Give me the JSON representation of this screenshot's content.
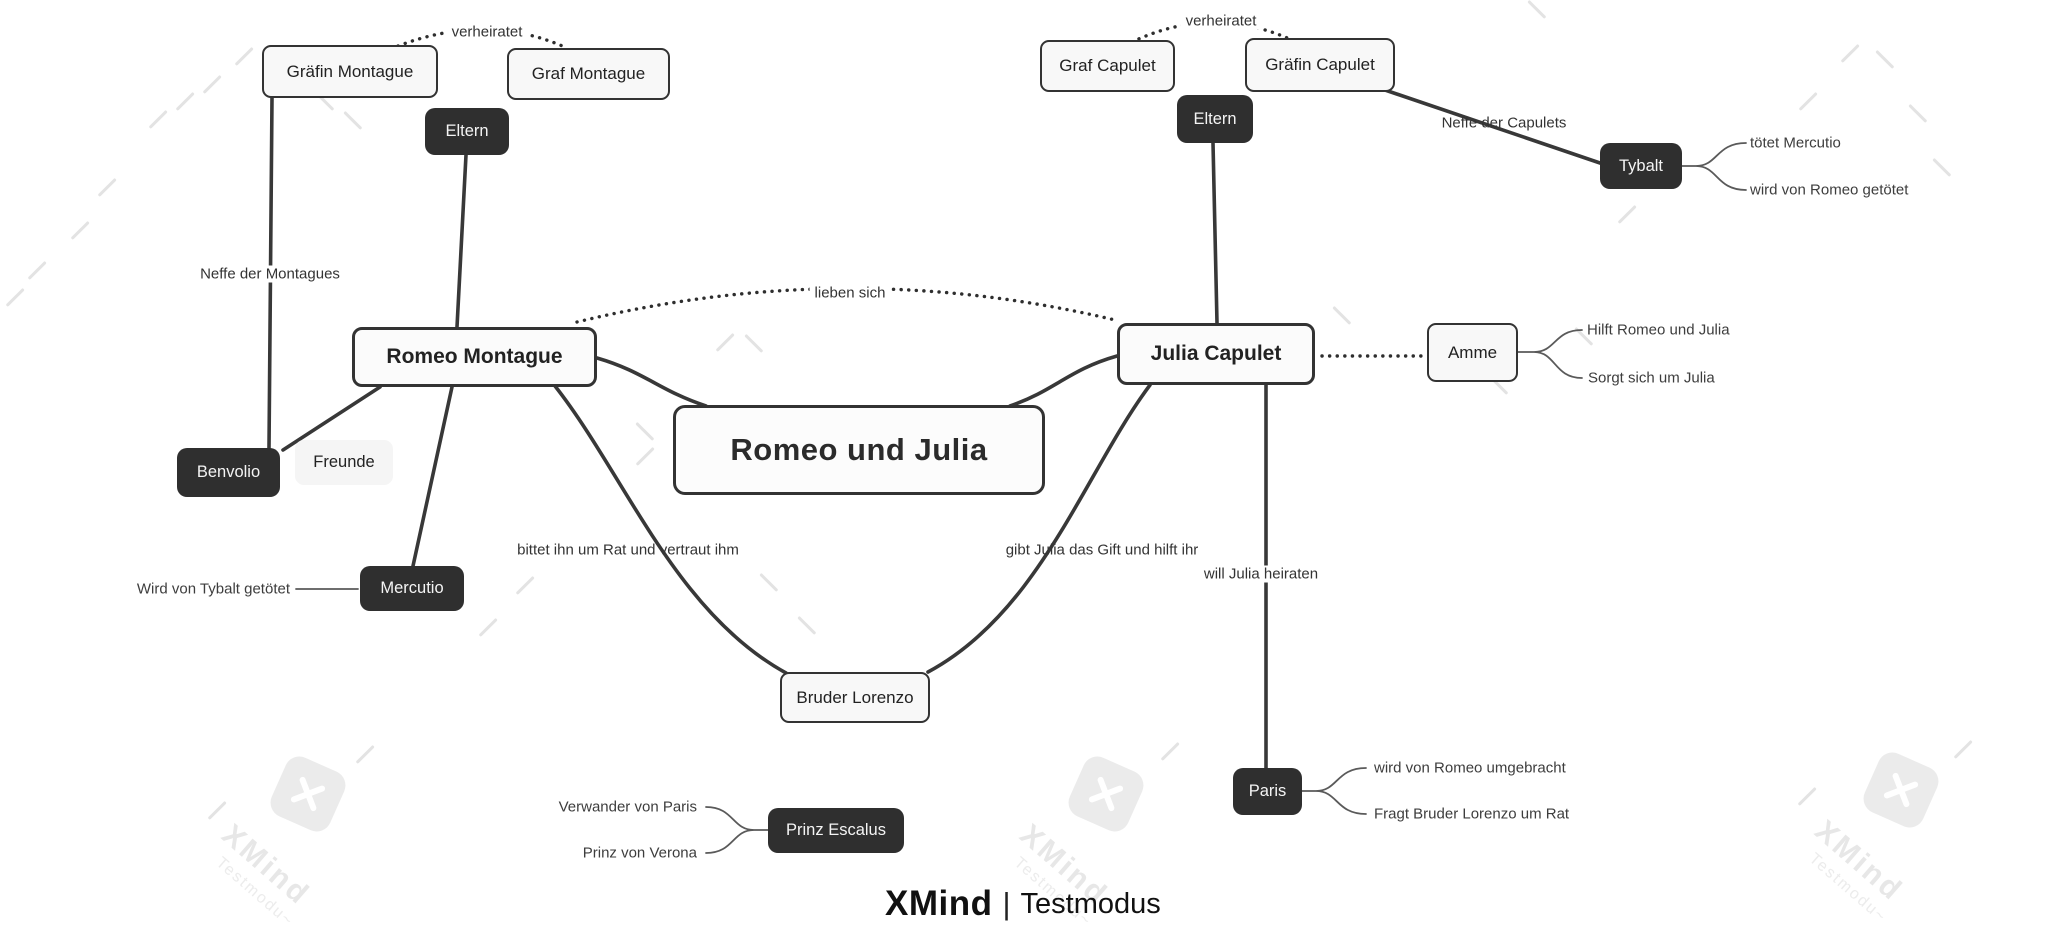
{
  "topics": {
    "central": "Romeo und Julia",
    "romeo": "Romeo Montague",
    "julia": "Julia Capulet",
    "graefin_montague": "Gräfin Montague",
    "graf_montague": "Graf Montague",
    "eltern_left": "Eltern",
    "eltern_right": "Eltern",
    "graf_capulet": "Graf Capulet",
    "graefin_capulet": "Gräfin Capulet",
    "tybalt": "Tybalt",
    "benvolio": "Benvolio",
    "freunde": "Freunde",
    "mercutio": "Mercutio",
    "amme": "Amme",
    "bruder_lorenzo": "Bruder Lorenzo",
    "paris": "Paris",
    "prinz_escalus": "Prinz Escalus"
  },
  "relationships": {
    "verheiratet_montague": "verheiratet",
    "verheiratet_capulet": "verheiratet",
    "lieben_sich": "lieben sich",
    "neffe_der_montagues": "Neffe der Montagues",
    "neffe_der_capulets": "Neffe der Capulets",
    "bittet_um_rat": "bittet ihn um Rat und vertraut ihm",
    "gibt_gift": "gibt Julia das Gift und hilft ihr",
    "will_heiraten": "will Julia heiraten"
  },
  "annotations": {
    "mercutio_1": "Wird von Tybalt getötet",
    "tybalt_1": "tötet Mercutio",
    "tybalt_2": "wird von Romeo getötet",
    "amme_1": "Hilft Romeo und Julia",
    "amme_2": "Sorgt sich um Julia",
    "paris_1": "wird von Romeo umgebracht",
    "paris_2": "Fragt Bruder Lorenzo um Rat",
    "escalus_1": "Verwander von Paris",
    "escalus_2": "Prinz von Verona"
  },
  "footer": {
    "brand": "XMind",
    "separator": "|",
    "mode": "Testmodus"
  },
  "watermark": {
    "brand": "XMind",
    "mode": "Testmodu~"
  },
  "colors": {
    "background": "#ffffff",
    "node_dark": "#2f2f2f",
    "node_light_fill": "#f8f8f8",
    "node_border": "#333333",
    "branch_line": "#383838",
    "annotation_line": "#5a5a5a",
    "text_on_dark": "#f4f4f4",
    "watermark_gray": "#e9e9e9"
  }
}
